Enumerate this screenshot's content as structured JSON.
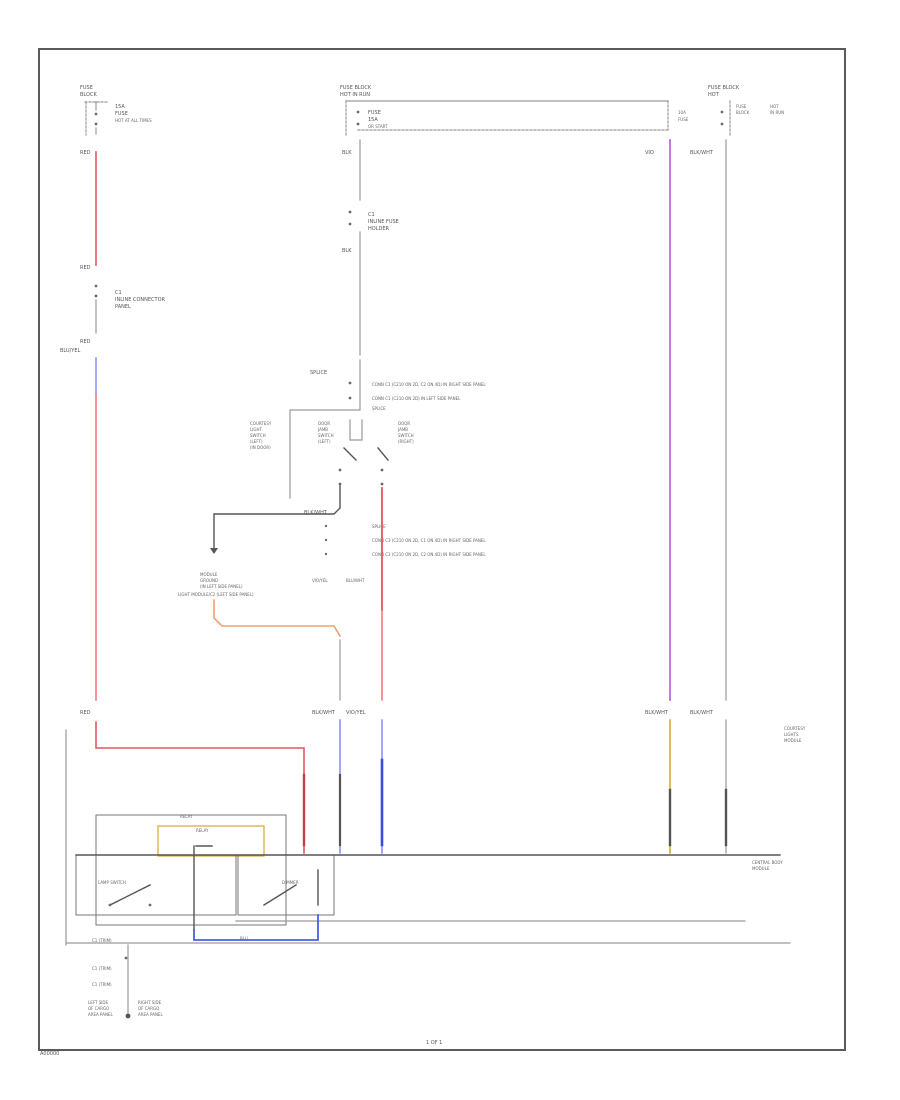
{
  "diagram": {
    "fuse_top_left": [
      "FUSE",
      "BLOCK",
      "HOT AT ALL TIMES"
    ],
    "fuse_top_center": [
      "FUSE BLOCK",
      "HOT IN RUN",
      "OR START"
    ],
    "fuse_top_right": [
      "FUSE BLOCK",
      "HOT",
      "IN RUN"
    ],
    "fuse_center_text": [
      "FUSE",
      "15A"
    ],
    "fuse_right_small": [
      "10A",
      "FUSE"
    ],
    "fuse_right_text": [
      "FUSE",
      "BLOCK",
      "HOT",
      "IN RUN"
    ],
    "fuse_left_text": [
      "15A",
      "FUSE"
    ],
    "top_left_wire_color": "RED",
    "center_wire_color": "BLK",
    "right_wire_colors": [
      "VIO",
      "BLK/WHT"
    ],
    "left_wire_segments": [
      "RED",
      "RED",
      "BLU/YEL"
    ],
    "inline_connector_left": [
      "C1",
      "INLINE CONNECTOR",
      "PANEL"
    ],
    "center_wire_label": "BLK",
    "inline_fuse_center": [
      "C1",
      "INLINE FUSE",
      "HOLDER"
    ],
    "header_connector": "SPLICE",
    "header_pins": [
      "CONN C1 (C210 ON 2D, C2 ON 4D) IN RIGHT SIDE PANEL",
      "CONN C1 (C210 ON 2D) IN LEFT SIDE PANEL"
    ],
    "splice_label": "SPLICE",
    "left_block": [
      "COURTESY",
      "LIGHT",
      "SWITCH",
      "(LEFT)",
      "(IN DOOR)"
    ],
    "mid_block": [
      "DOOR",
      "JAMB",
      "SWITCH",
      "(LEFT)"
    ],
    "right_block": [
      "DOOR",
      "JAMB",
      "SWITCH",
      "(RIGHT)"
    ],
    "mid_pins": [
      "SPLICE",
      "CONN C3 (C210 ON 2D, C1 ON 4D) IN RIGHT SIDE PANEL",
      "CONN C3 (C210 ON 2D, C2 ON 4D) IN RIGHT SIDE PANEL"
    ],
    "ground_node": [
      "MODULE",
      "GROUND",
      "(IN LEFT SIDE PANEL)",
      "LIGHT MODULE/C2 (LEFT SIDE PANEL)"
    ],
    "pin_labels_mid": [
      "BLK/WHT",
      "VIO/YEL",
      "BLU/WHT"
    ],
    "bottom_pin_labels": [
      "RED",
      "BLK/WHT",
      "VIO/YEL",
      "BLK/WHT",
      "BLK/WHT"
    ],
    "right_note": [
      "COURTESY",
      "LIGHTS",
      "MODULE"
    ],
    "bottom_wire_label": "BLU",
    "module_labels": [
      "RELAY",
      "RELAY",
      "LAMP SWITCH",
      "DIMMER",
      "MODULE"
    ],
    "module_right": "CENTRAL BODY",
    "bottom_left_conn": [
      "C1 (TRIM)",
      "C1 (TRIM)",
      "C1 (TRIM)"
    ],
    "bottom_left_note": [
      "LEFT SIDE",
      "OF CARGO",
      "AREA PANEL"
    ],
    "bottom_right_note": [
      "RIGHT SIDE",
      "OF CARGO",
      "AREA PANEL"
    ],
    "footer": "1 OF 1",
    "corner": "A00000"
  },
  "colors": {
    "frame": "#5a5a5a",
    "red": "#e2575c",
    "pink": "#f2797f",
    "violet": "#b96fd6",
    "blue": "#4a5ee8",
    "light_blue": "#8c93f0",
    "orange": "#f0a070",
    "yellow": "#d6a83a",
    "gray": "#9a9a9a"
  }
}
